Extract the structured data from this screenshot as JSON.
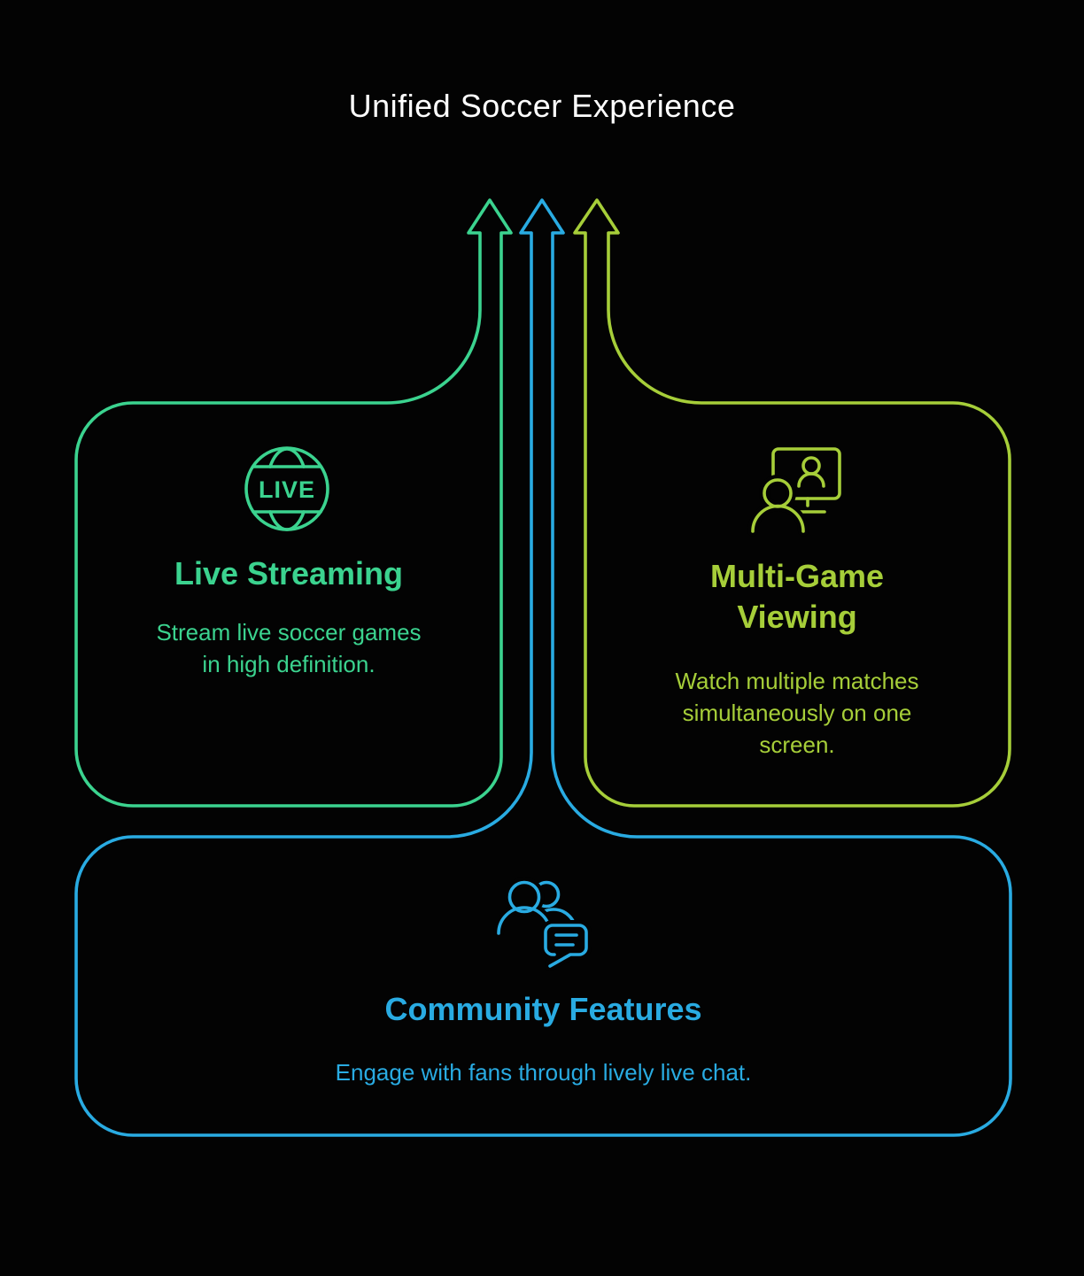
{
  "title": "Unified Soccer Experience",
  "colors": {
    "background": "#030303",
    "green": "#3BD38F",
    "lime": "#A6CE39",
    "blue": "#29ABE2",
    "title_text": "#FFFFFF"
  },
  "cards": {
    "live_streaming": {
      "icon": "live-globe-icon",
      "icon_label": "LIVE",
      "title": "Live Streaming",
      "description": "Stream live soccer games in high definition."
    },
    "multi_game": {
      "icon": "multi-game-viewing-icon",
      "title": "Multi-Game Viewing",
      "description": "Watch multiple matches simultaneously on one screen."
    },
    "community": {
      "icon": "community-chat-icon",
      "title": "Community Features",
      "description": "Engage with fans through lively live chat."
    }
  }
}
